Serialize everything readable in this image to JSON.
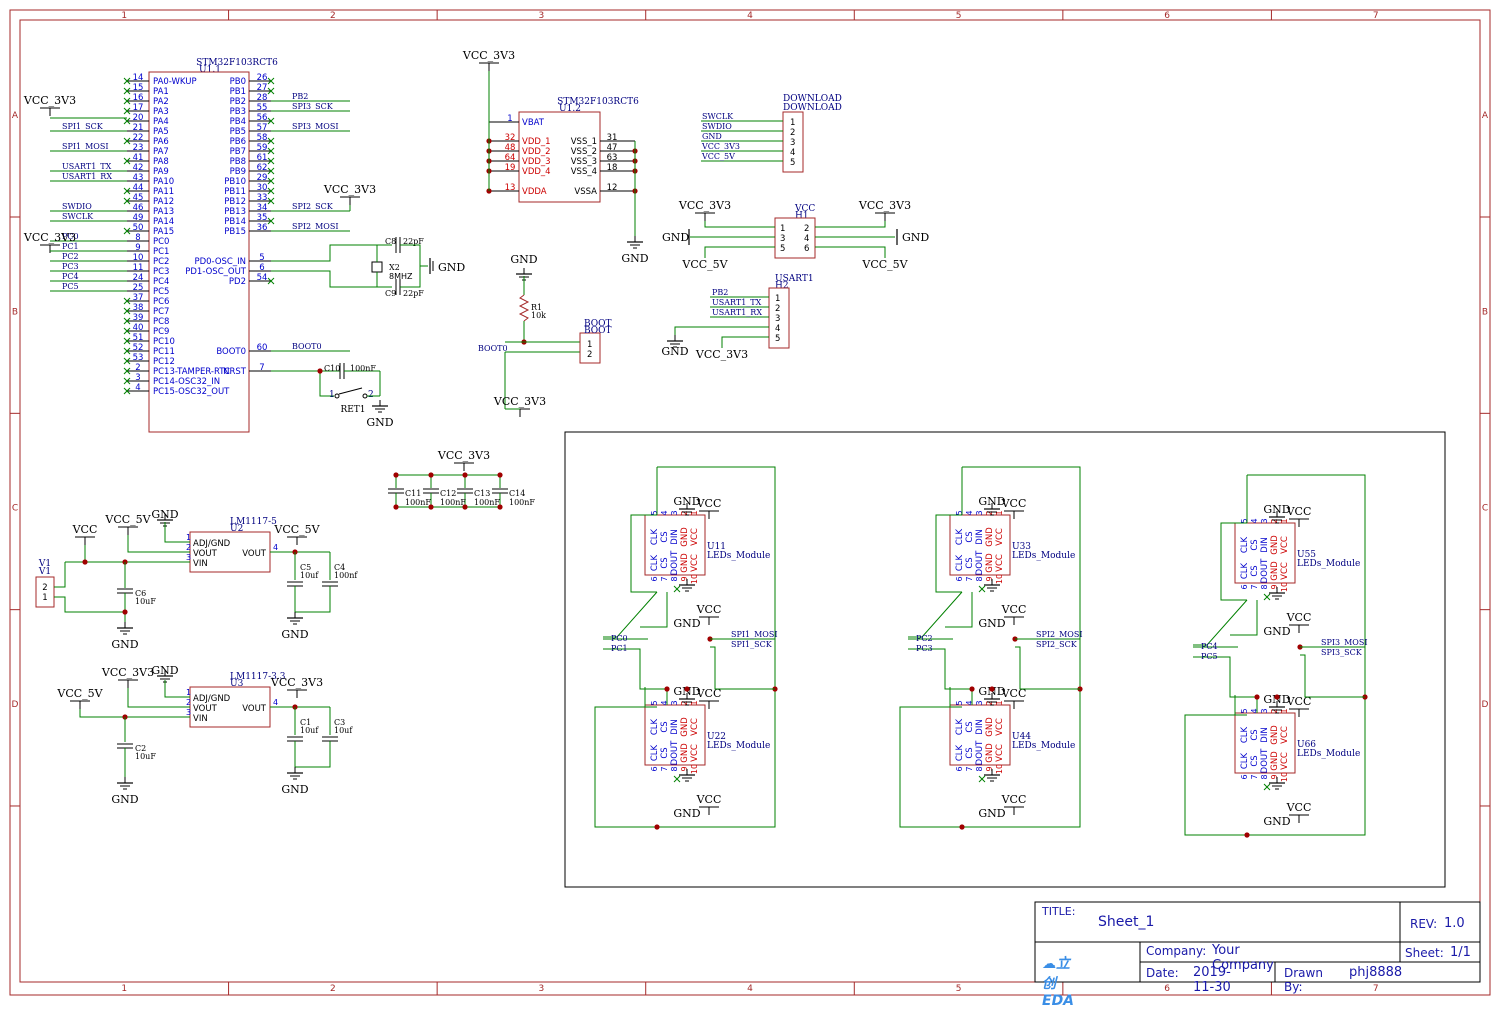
{
  "colors": {
    "frame": "#a52a2a",
    "wire": "#008000",
    "pin": "#0000cc",
    "pwr": "#cc0000",
    "text": "#000080",
    "body": "#a52a2a",
    "junction": "#a00000"
  },
  "border": {
    "cols": [
      "1",
      "2",
      "3",
      "4",
      "5",
      "6",
      "7"
    ],
    "rows": [
      "A",
      "B",
      "C",
      "D"
    ]
  },
  "title_block": {
    "title_label": "TITLE:",
    "title": "Sheet_1",
    "rev_label": "REV:",
    "rev": "1.0",
    "company_label": "Company:",
    "company": "Your Company",
    "sheet_label": "Sheet:",
    "sheet": "1/1",
    "date_label": "Date:",
    "date": "2019-11-30",
    "drawn_label": "Drawn By:",
    "drawn": "phj8888",
    "logo": "立创EDA"
  },
  "mcu": {
    "ref": "U1.1",
    "part": "STM32F103RCT6",
    "left_pins": [
      [
        "14",
        "PA0-WKUP"
      ],
      [
        "15",
        "PA1"
      ],
      [
        "16",
        "PA2"
      ],
      [
        "17",
        "PA3"
      ],
      [
        "20",
        "PA4"
      ],
      [
        "21",
        "PA5"
      ],
      [
        "22",
        "PA6"
      ],
      [
        "23",
        "PA7"
      ],
      [
        "41",
        "PA8"
      ],
      [
        "42",
        "PA9"
      ],
      [
        "43",
        "PA10"
      ],
      [
        "44",
        "PA11"
      ],
      [
        "45",
        "PA12"
      ],
      [
        "46",
        "PA13"
      ],
      [
        "49",
        "PA14"
      ],
      [
        "50",
        "PA15"
      ],
      [
        "8",
        "PC0"
      ],
      [
        "9",
        "PC1"
      ],
      [
        "10",
        "PC2"
      ],
      [
        "11",
        "PC3"
      ],
      [
        "24",
        "PC4"
      ],
      [
        "25",
        "PC5"
      ],
      [
        "37",
        "PC6"
      ],
      [
        "38",
        "PC7"
      ],
      [
        "39",
        "PC8"
      ],
      [
        "40",
        "PC9"
      ],
      [
        "51",
        "PC10"
      ],
      [
        "52",
        "PC11"
      ],
      [
        "53",
        "PC12"
      ],
      [
        "2",
        "PC13-TAMPER-RTC"
      ],
      [
        "3",
        "PC14-OSC32_IN"
      ],
      [
        "4",
        "PC15-OSC32_OUT"
      ]
    ],
    "right_pins": [
      [
        "26",
        "PB0"
      ],
      [
        "27",
        "PB1"
      ],
      [
        "28",
        "PB2"
      ],
      [
        "55",
        "PB3"
      ],
      [
        "56",
        "PB4"
      ],
      [
        "57",
        "PB5"
      ],
      [
        "58",
        "PB6"
      ],
      [
        "59",
        "PB7"
      ],
      [
        "61",
        "PB8"
      ],
      [
        "62",
        "PB9"
      ],
      [
        "29",
        "PB10"
      ],
      [
        "30",
        "PB11"
      ],
      [
        "33",
        "PB12"
      ],
      [
        "34",
        "PB13"
      ],
      [
        "35",
        "PB14"
      ],
      [
        "36",
        "PB15"
      ],
      [
        "5",
        "PD0-OSC_IN"
      ],
      [
        "6",
        "PD1-OSC_OUT"
      ],
      [
        "54",
        "PD2"
      ],
      [
        "60",
        "BOOT0"
      ],
      [
        "7",
        "NRST"
      ]
    ],
    "left_nets": [
      "",
      "",
      "",
      "",
      "",
      "SPI1_SCK",
      "",
      "SPI1_MOSI",
      "",
      "USART1_TX",
      "USART1_RX",
      "",
      "",
      "SWDIO",
      "SWCLK",
      "",
      "PC0",
      "PC1",
      "PC2",
      "PC3",
      "PC4",
      "PC5"
    ],
    "right_nets": {
      "PB2": "PB2",
      "PB3": "SPI3_SCK",
      "PB5": "SPI3_MOSI",
      "PB13": "SPI2_SCK",
      "PB15": "SPI2_MOSI",
      "BOOT0": "BOOT0"
    }
  },
  "pwr": {
    "ref": "U1.2",
    "part": "STM32F103RCT6",
    "left": [
      [
        "1",
        "VBAT"
      ],
      [
        "32",
        "VDD_1"
      ],
      [
        "48",
        "VDD_2"
      ],
      [
        "64",
        "VDD_3"
      ],
      [
        "19",
        "VDD_4"
      ],
      [
        "13",
        "VDDA"
      ]
    ],
    "right": [
      [
        "31",
        "VSS_1"
      ],
      [
        "47",
        "VSS_2"
      ],
      [
        "63",
        "VSS_3"
      ],
      [
        "18",
        "VSS_4"
      ],
      [
        "12",
        "VSSA"
      ]
    ]
  },
  "labels": {
    "vcc3v3": "VCC_3V3",
    "vcc5v": "VCC_5V",
    "vcc": "VCC",
    "gnd": "GND",
    "v1": "V1"
  },
  "parts": {
    "c8": "C8",
    "c8v": "22pF",
    "c9": "C9",
    "c9v": "22pF",
    "x2": "X2",
    "x2v": "8MHZ",
    "c10": "C10",
    "c10v": "100nF",
    "ret1": "RET1",
    "r1": "R1",
    "r1v": "10k",
    "boot": "BOOT",
    "j1": "1",
    "j2": "2",
    "c11": "C11",
    "c12": "C12",
    "c13": "C13",
    "c14": "C14",
    "c100": "100nF",
    "u2": "U2",
    "u2p": "LM1117-5",
    "u3": "U3",
    "u3p": "LM1117-3.3",
    "adj": "ADJ/GND",
    "vout": "VOUT",
    "vin": "VIN",
    "c6": "C6",
    "c6v": "10uF",
    "c5": "C5",
    "c5v": "10uf",
    "c4": "C4",
    "c4v": "100nf",
    "c2": "C2",
    "c2v": "10uF",
    "c1": "C1",
    "c1v": "10uf",
    "c3": "C3",
    "c3v": "10uf",
    "dl": "DOWNLOAD",
    "h1": "H1",
    "hv": "VCC",
    "h2": "H2",
    "usart": "USART1",
    "pb2": "PB2"
  },
  "download_nets": [
    "SWCLK",
    "SWDIO",
    "GND",
    "VCC_3V3",
    "VCC_5V"
  ],
  "usart_nets": [
    "PB2",
    "USART1_TX",
    "USART1_RX"
  ],
  "led_modules": [
    {
      "top": "U11",
      "bot": "U22",
      "n1": "PC0",
      "n2": "PC1",
      "s1": "SPI1_MOSI",
      "s2": "SPI1_SCK",
      "val": "LEDs_Module"
    },
    {
      "top": "U33",
      "bot": "U44",
      "n1": "PC2",
      "n2": "PC3",
      "s1": "SPI2_MOSI",
      "s2": "SPI2_SCK",
      "val": "LEDs_Module"
    },
    {
      "top": "U55",
      "bot": "U66",
      "n1": "PC4",
      "n2": "PC5",
      "s1": "SPI3_MOSI",
      "s2": "SPI3_SCK",
      "val": "LEDs_Module"
    }
  ],
  "module_pins": {
    "top": [
      "CLK",
      "CS",
      "DIN",
      "GND",
      "VCC"
    ],
    "bot": [
      "CLK",
      "CS",
      "DOUT",
      "GND",
      "VCC"
    ],
    "topnum": [
      "5",
      "4",
      "3",
      "2",
      "1"
    ],
    "botnum": [
      "6",
      "7",
      "8",
      "9",
      "10"
    ]
  }
}
